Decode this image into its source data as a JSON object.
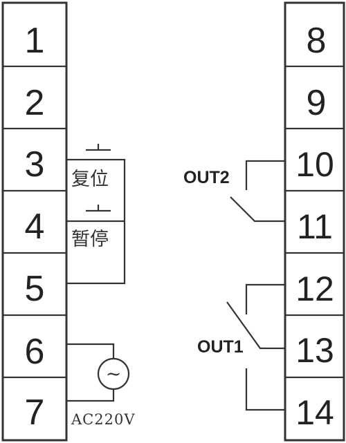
{
  "diagram": {
    "left_terminals": [
      {
        "number": "1"
      },
      {
        "number": "2"
      },
      {
        "number": "3"
      },
      {
        "number": "4"
      },
      {
        "number": "5"
      },
      {
        "number": "6"
      },
      {
        "number": "7"
      }
    ],
    "right_terminals": [
      {
        "number": "8"
      },
      {
        "number": "9"
      },
      {
        "number": "10"
      },
      {
        "number": "11"
      },
      {
        "number": "12"
      },
      {
        "number": "13"
      },
      {
        "number": "14"
      }
    ],
    "switches": {
      "reset_label": "复位",
      "pause_label": "暂停"
    },
    "power": {
      "label": "AC220V",
      "source_symbol": "~"
    },
    "outputs": {
      "out2_label": "OUT2",
      "out1_label": "OUT1"
    }
  }
}
